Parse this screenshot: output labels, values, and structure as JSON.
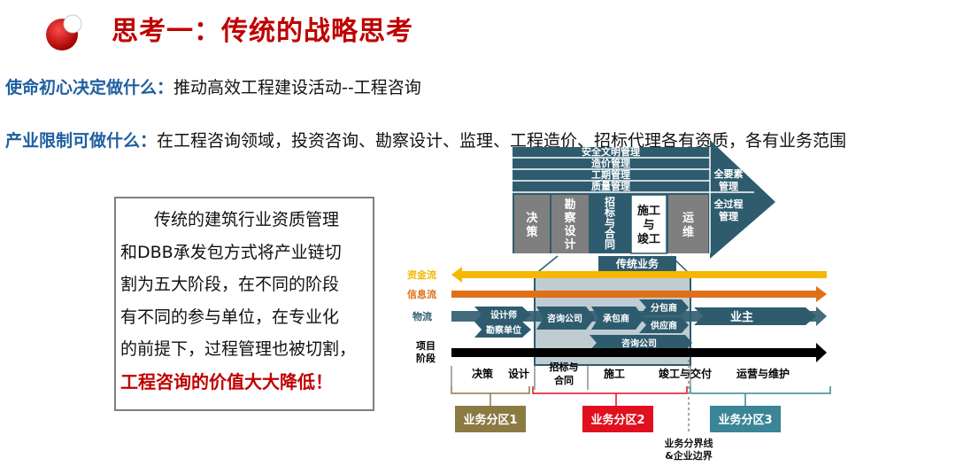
{
  "title": "思考一：传统的战略思考",
  "line1": {
    "label": "使命初心决定做什么：",
    "text": "推动高效工程建设活动--工程咨询"
  },
  "line2": {
    "label": "产业限制可做什么：",
    "text": "在工程咨询领域，投资咨询、勘察设计、监理、工程造价、招标代理各有资质，各有业务范围"
  },
  "box": {
    "lines": [
      "传统的建筑行业资质管理",
      "和DBB承发包方式将产业链切",
      "割为五大阶段，在不同的阶段",
      "有不同的参与单位，在专业化",
      "的前提下，过程管理也被切割，"
    ],
    "highlight": "工程咨询的价值大大降低！"
  },
  "diagram": {
    "mgmt_rows": [
      "安全文明管理",
      "造价管理",
      "工期管理",
      "质量管理"
    ],
    "right_labels": [
      "全要素",
      "管理",
      "全过程",
      "管理"
    ],
    "stages": [
      {
        "lines": [
          "决",
          "策"
        ]
      },
      {
        "lines": [
          "勘",
          "察",
          "设",
          "计"
        ]
      },
      {
        "lines": [
          "招",
          "标",
          "与",
          "合",
          "同"
        ]
      },
      {
        "lines": [
          "施工",
          "与",
          "竣工"
        ]
      },
      {
        "lines": [
          "运",
          "维"
        ]
      }
    ],
    "traditional_label": "传统业务",
    "flows": [
      {
        "label": "资金流",
        "color": "#f5b800"
      },
      {
        "label": "信息流",
        "color": "#e07018"
      },
      {
        "label": "物流",
        "color": "#2e5c6e"
      },
      {
        "label": "项目",
        "label2": "阶段",
        "color": "#000000"
      }
    ],
    "parties": {
      "designer": "设计师",
      "survey": "勘察单位",
      "consult1": "咨询公司",
      "contractor": "承包商",
      "subcontractor": "分包商",
      "supplier": "供应商",
      "consult2": "咨询公司",
      "owner": "业主"
    },
    "phases": [
      "决策",
      "设计",
      "招标与",
      "合同",
      "施工",
      "竣工与交付",
      "运营与维护"
    ],
    "zones": [
      {
        "label": "业务分区1",
        "color": "#8c7a43"
      },
      {
        "label": "业务分区2",
        "color": "#e0101e"
      },
      {
        "label": "业务分区3",
        "color": "#3a8596"
      }
    ],
    "boundary_label": [
      "业务分界线",
      "&企业边界"
    ],
    "colors": {
      "dark": "#2e5c6e",
      "gray": "#7f7f7f"
    }
  }
}
